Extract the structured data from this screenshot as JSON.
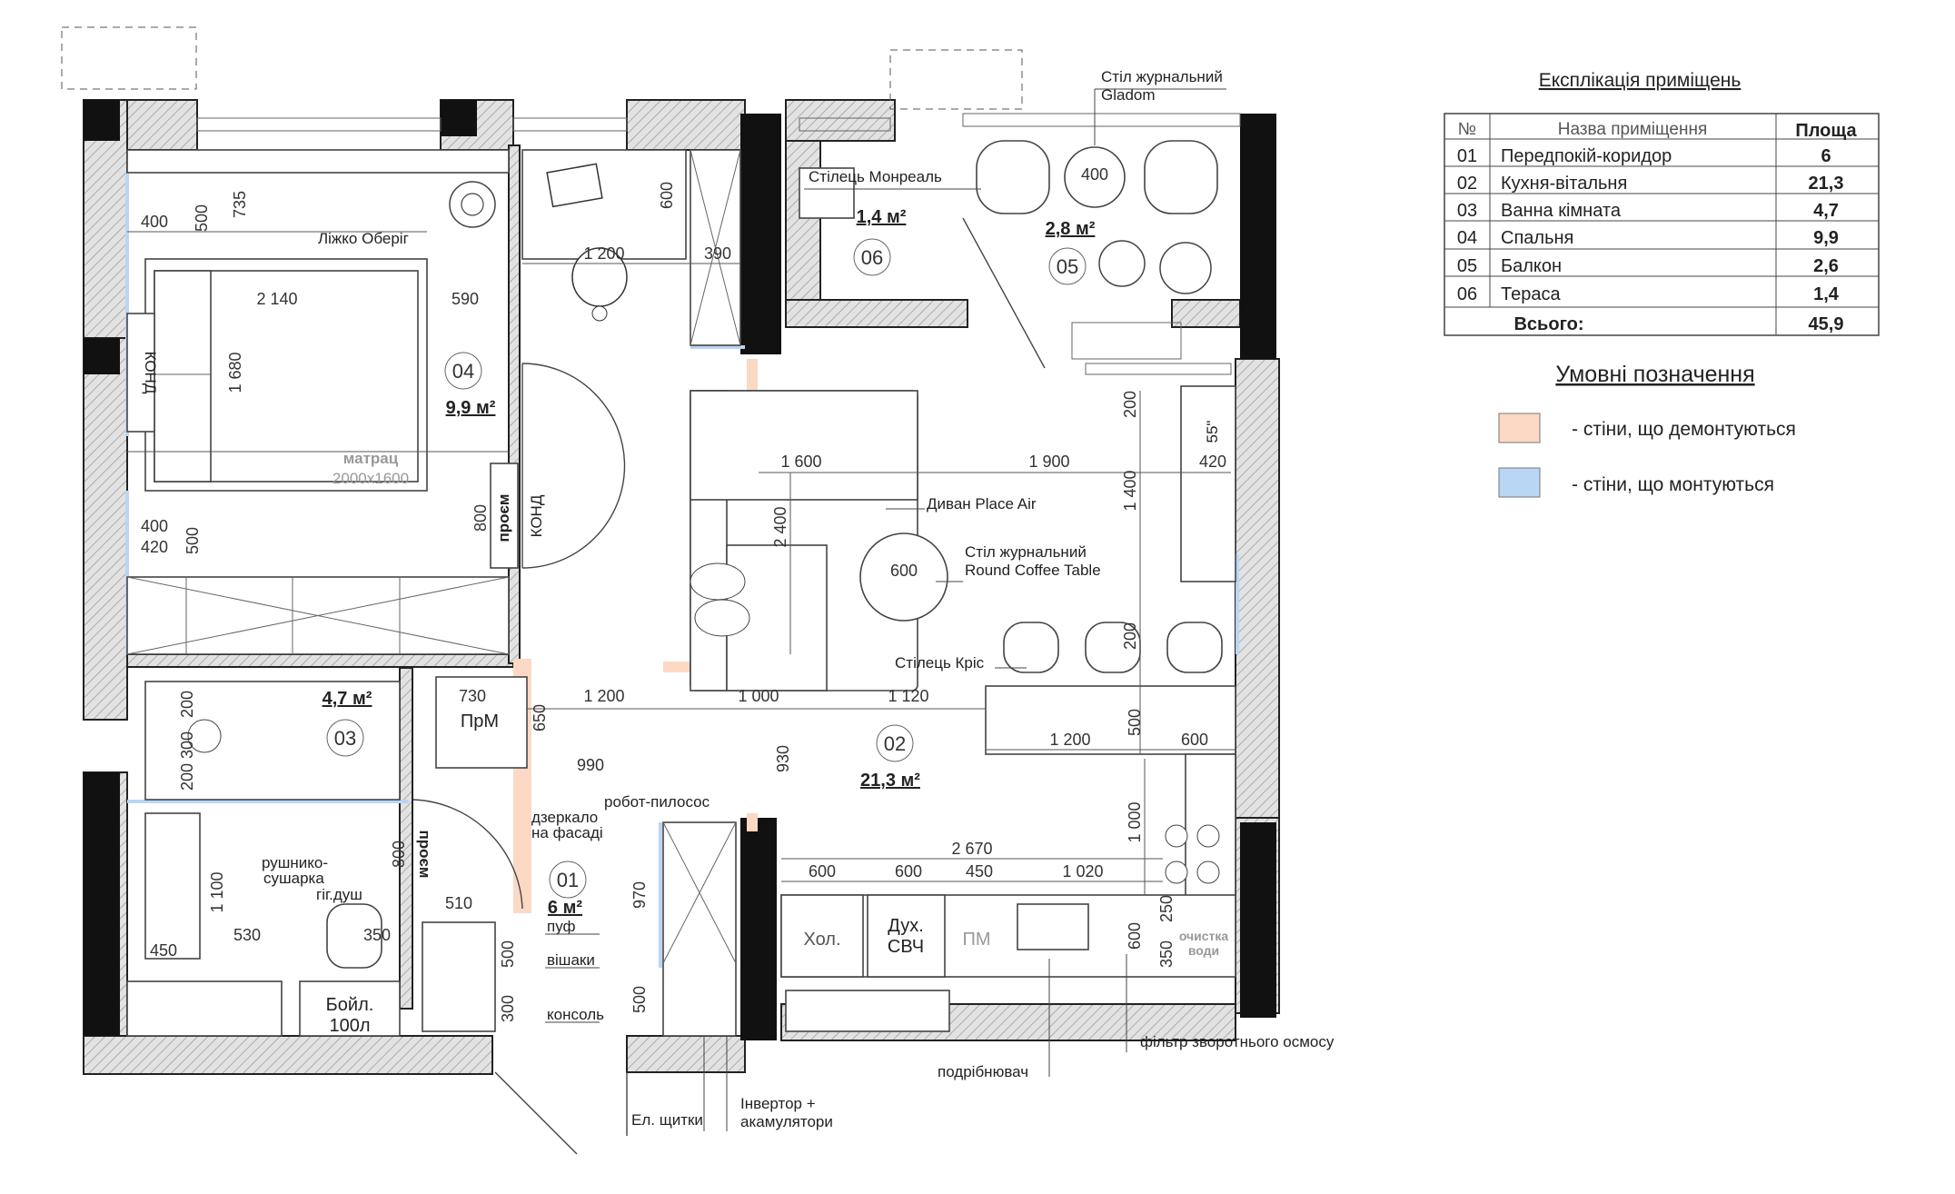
{
  "explication": {
    "title": "Експлікація приміщень",
    "headers": [
      "№",
      "Назва приміщення",
      "Площа"
    ],
    "rows": [
      {
        "no": "01",
        "name": "Передпокій-коридор",
        "area": "6"
      },
      {
        "no": "02",
        "name": "Кухня-вітальня",
        "area": "21,3"
      },
      {
        "no": "03",
        "name": "Ванна кімната",
        "area": "4,7"
      },
      {
        "no": "04",
        "name": "Спальня",
        "area": "9,9"
      },
      {
        "no": "05",
        "name": "Балкон",
        "area": "2,6"
      },
      {
        "no": "06",
        "name": "Тераса",
        "area": "1,4"
      }
    ],
    "total_label": "Всього:",
    "total_area": "45,9"
  },
  "legend": {
    "title": "Умовні позначення",
    "items": [
      {
        "label": "- стіни, що демонтуються",
        "color": "#fbd9c5"
      },
      {
        "label": "- стіни, що монтуються",
        "color": "#b9d6f5"
      }
    ]
  },
  "rooms": [
    {
      "number": "04",
      "area": "9,9 м²"
    },
    {
      "number": "03",
      "area": "4,7 м²"
    },
    {
      "number": "06",
      "area": "1,4 м²"
    },
    {
      "number": "05",
      "area": "2,8 м²"
    },
    {
      "number": "02",
      "area": "21,3 м²"
    },
    {
      "number": "01",
      "area": "6 м²"
    }
  ],
  "labels": {
    "bed": "Ліжко Оберіг",
    "mattress": "матрац",
    "mattress_size": "2000х1600",
    "kond1": "КОНД",
    "kond2": "КОНД",
    "opening1": "проєм",
    "opening2": "проєм",
    "chair_monreal": "Стілець Монреаль",
    "gladom_1": "Стіл журнальний",
    "gladom_2": "Gladom",
    "sofa": "Диван Place Air",
    "coffee_1": "Стіл журнальний",
    "coffee_2": "Round Coffee Table",
    "chair_kris": "Стілець Кріс",
    "tv": "55\"",
    "prm": "ПрМ",
    "robot": "робот-пилосос",
    "mirror_1": "дзеркало",
    "mirror_2": "на фасаді",
    "towel_1": "рушнико-",
    "towel_2": "сушарка",
    "hyg": "гіг.душ",
    "puf": "пуф",
    "hangers": "вішаки",
    "console": "консоль",
    "boiler_1": "Бойл.",
    "boiler_2": "100л",
    "fridge": "Хол.",
    "oven_1": "Дух.",
    "oven_2": "СВЧ",
    "dishwasher": "ПМ",
    "water_1": "очистка",
    "water_2": "води",
    "shredder": "подрібнювач",
    "osmosis": "фільтр зворотнього осмосу",
    "panels": "Ел. щитки",
    "inverter_1": "Інвертор +",
    "inverter_2": "акамулятори"
  },
  "dimensions": {
    "d_400a": "400",
    "d_500a": "500",
    "d_735": "735",
    "d_2140": "2 140",
    "d_590": "590",
    "d_1680": "1 680",
    "d_400b": "400",
    "d_420a": "420",
    "d_500b": "500",
    "d_800a": "800",
    "d_600a": "600",
    "d_1200a": "1 200",
    "d_390": "390",
    "d_400c": "400",
    "d_1600": "1 600",
    "d_1900": "1 900",
    "d_420b": "420",
    "d_2400": "2 400",
    "d_1400": "1 400",
    "d_200a": "200",
    "d_600b": "600",
    "d_200b": "200",
    "d_730": "730",
    "d_650": "650",
    "d_1200b": "1 200",
    "d_1000a": "1 000",
    "d_1120": "1 120",
    "d_500c": "500",
    "d_1200c": "1 200",
    "d_600c": "600",
    "d_990": "990",
    "d_930": "930",
    "d_1000b": "1 000",
    "d_2670": "2 670",
    "d_600d": "600",
    "d_600e": "600",
    "d_450a": "450",
    "d_1020": "1 020",
    "d_970": "970",
    "d_500d": "500",
    "d_250": "250",
    "d_600f": "600",
    "d_350a": "350",
    "d_200c": "200",
    "d_300a": "300",
    "d_200d": "200",
    "d_800b": "800",
    "d_1100": "1 100",
    "d_530": "530",
    "d_350b": "350",
    "d_450b": "450",
    "d_510": "510",
    "d_500e": "500",
    "d_300b": "300"
  }
}
